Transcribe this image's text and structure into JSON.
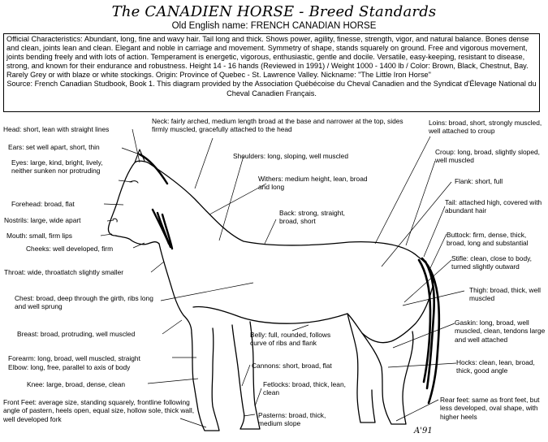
{
  "header": {
    "title": "The CANADIEN HORSE - Breed Standards",
    "subtitle": "Old English name:  FRENCH CANADIAN HORSE"
  },
  "official": {
    "text": "Official Characteristics: Abundant, long, fine and wavy hair.  Tail long and thick. Shows power, agility, finesse, strength, vigor, and natural balance.  Bones dense and clean, joints lean and clean.  Elegant and noble in carriage and movement.  Symmetry of shape, stands squarely on ground.  Free and vigorous movement, joints bending freely and with lots of action. Temperament is energetic, vigorous, enthusiastic, gentle and docile.  Versatile, easy-keeping, resistant to disease, strong, and known for their endurance and robustness. Height 14 - 16 hands (Reviewed in 1991)  /  Weight 1000 - 1400 lb  /  Color: Brown, Black, Chestnut, Bay.  Rarely Grey or with blaze or white   stockings.              Origin: Province of Quebec - St. Lawrence Valley.           Nickname: \"The Little Iron Horse\"",
    "source": "Source:  French Canadian Studbook, Book 1.  This diagram provided by the Association Québécoise du Cheval Canadien and the Syndicat d'Élevage National du Cheval Canadien Français."
  },
  "labels": {
    "head": "Head: short, lean with straight lines",
    "neck": "Neck: fairly arched, medium length broad at the base and narrower at the top, sides firmly muscled, gracefully attached to the head",
    "loins": "Loins: broad, short, strongly muscled, well attached to croup",
    "ears": "Ears: set well apart, short, thin",
    "shoulders": "Shoulders: long, sloping, well muscled",
    "croup": "Croup: long, broad, slightly sloped, well muscled",
    "eyes": "Eyes: large, kind, bright, lively, neither sunken nor protruding",
    "withers": "Withers: medium height, lean, broad and long",
    "flank": "Flank: short, full",
    "forehead": "Forehead: broad, flat",
    "tail": "Tail: attached high, covered with abundant hair",
    "back": "Back: strong, straight, broad, short",
    "nostrils": "Nostrils: large, wide apart",
    "mouth": "Mouth: small, firm lips",
    "buttock": "Buttock: firm, dense, thick, broad, long and substantial",
    "cheeks": "Cheeks: well developed, firm",
    "stifle": "Stifle: clean, close to body, turned slightly outward",
    "throat": "Throat: wide, throatlatch slightly smaller",
    "chest": "Chest: broad, deep through the girth, ribs long and well sprung",
    "thigh": "Thigh: broad, thick, well muscled",
    "breast": "Breast: broad, protruding, well muscled",
    "belly": "Belly: full, rounded, follows curve of ribs and flank",
    "gaskin": "Gaskin: long, broad, well muscled, clean, tendons large and well attached",
    "forearm": "Forearm: long, broad, well muscled, straight",
    "elbow": "Elbow: long, free, parallel to axis of body",
    "cannons": "Cannons: short, broad, flat",
    "hocks": "Hocks: clean, lean, broad, thick, good angle",
    "knee": "Knee: large, broad, dense, clean",
    "fetlocks": "Fetlocks: broad, thick, lean, clean",
    "frontfeet": "Front Feet: average size, standing squarely, frontline following angle of pastern, heels open, equal size, hollow sole, thick wall, well developed fork",
    "pasterns": "Pasterns: broad, thick, medium slope",
    "rearfeet": "Rear feet: same as front feet, but less developed, oval shape, with higher heels"
  },
  "signature": "A'91"
}
